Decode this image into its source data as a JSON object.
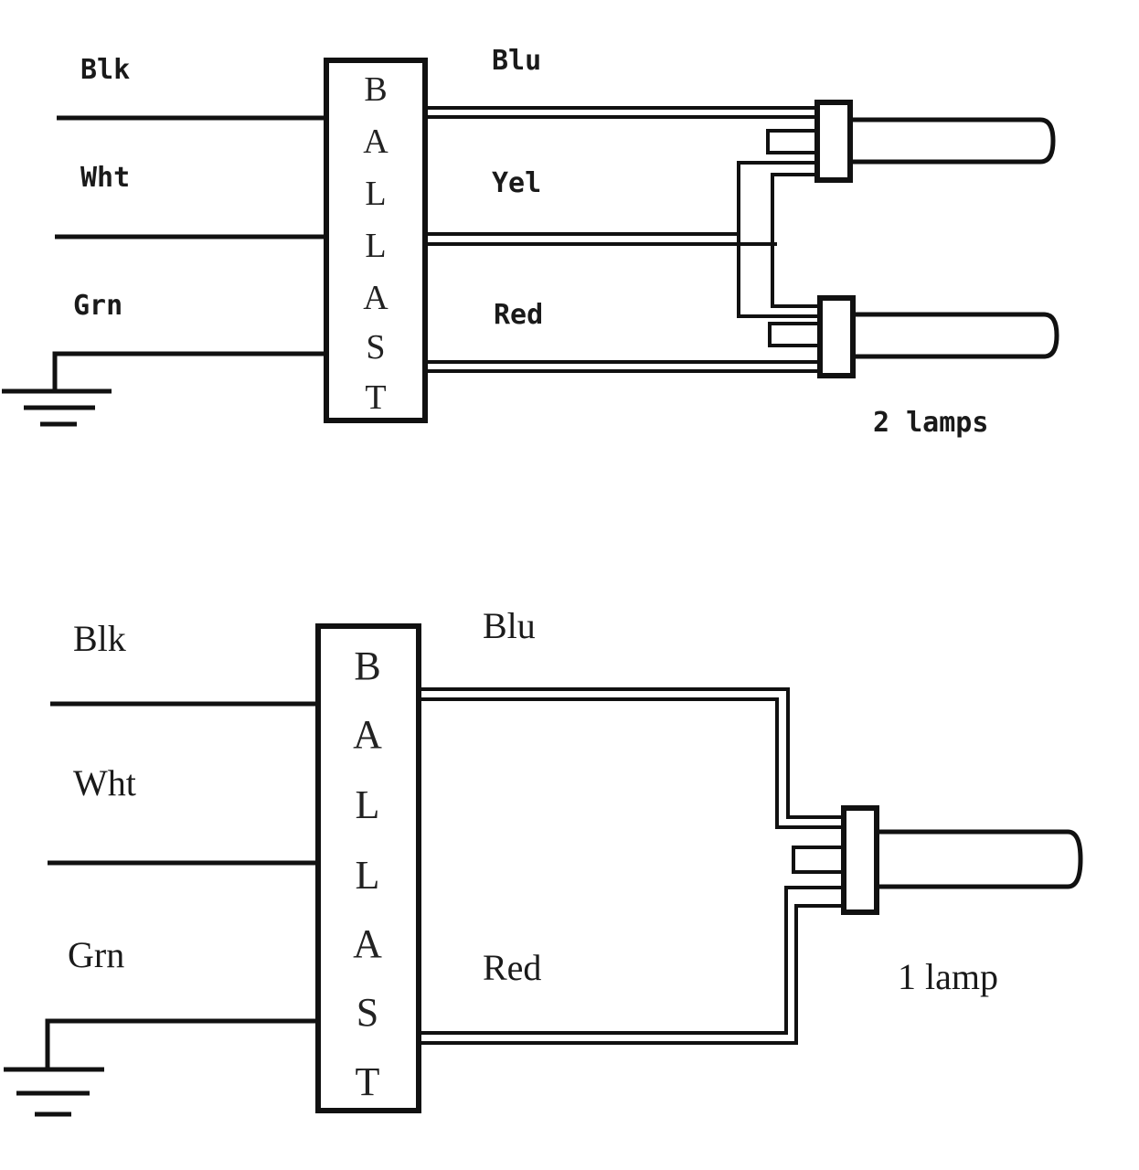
{
  "diagrams": [
    {
      "id": "two-lamp",
      "input_wires": [
        "Blk",
        "Wht",
        "Grn"
      ],
      "ballast_label": [
        "B",
        "A",
        "L",
        "L",
        "A",
        "S",
        "T"
      ],
      "output_wires": [
        "Blu",
        "Yel",
        "Red"
      ],
      "caption": "2 lamps"
    },
    {
      "id": "one-lamp",
      "input_wires": [
        "Blk",
        "Wht",
        "Grn"
      ],
      "ballast_label": [
        "B",
        "A",
        "L",
        "L",
        "A",
        "S",
        "T"
      ],
      "output_wires": [
        "Blu",
        "Red"
      ],
      "caption": "1 lamp"
    }
  ]
}
